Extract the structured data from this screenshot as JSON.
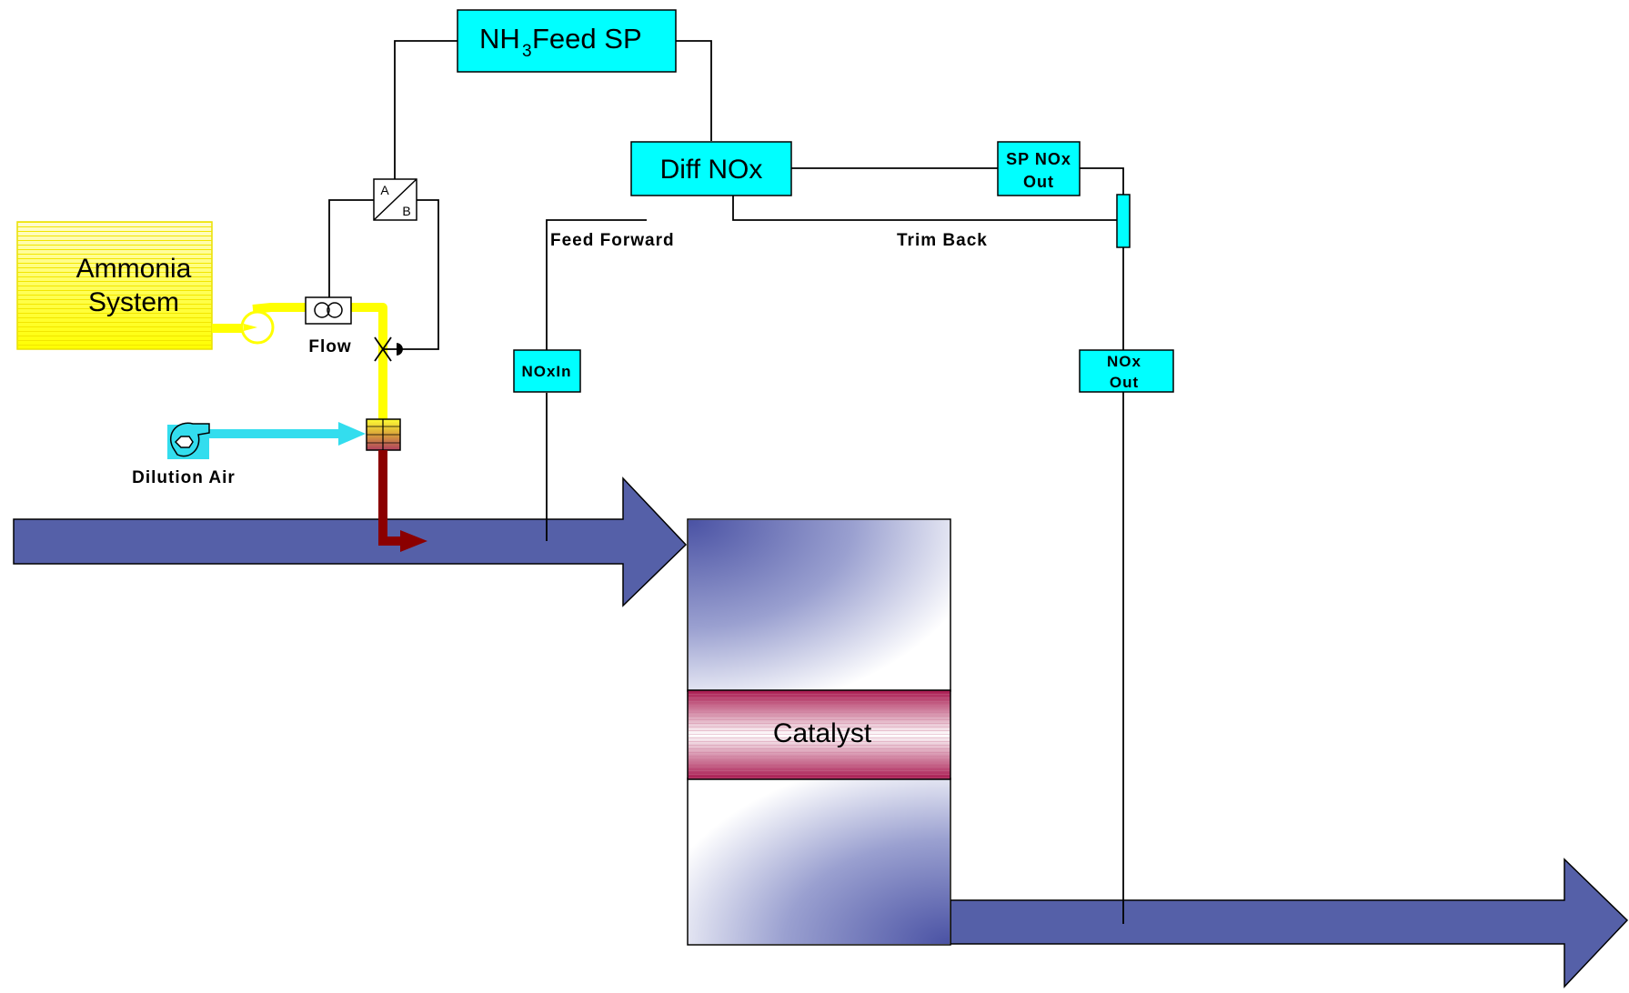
{
  "boxes": {
    "nh3_main": "NH",
    "nh3_sub": "3",
    "nh3_rest": " Feed SP",
    "diff_nox": "Diff NOx",
    "sp_nox_line1": "SP NOx",
    "sp_nox_line2": "Out",
    "nox_in": "NOxIn",
    "nox_out_line1": "NOx",
    "nox_out_line2": "Out"
  },
  "labels": {
    "ammonia_line1": "Ammonia",
    "ammonia_line2": "System",
    "flow": "Flow",
    "dilution_air": "Dilution Air",
    "feed_forward": "Feed Forward",
    "trim_back": "Trim Back",
    "catalyst": "Catalyst",
    "selector_a": "A",
    "selector_b": "B"
  },
  "colors": {
    "control_box": "#00ffff",
    "ammonia": "#ffff00",
    "dilution_air": "#33ddee",
    "flue_gas": "#5560a8",
    "injection": "#8b0000",
    "catalyst": "#b0305a"
  },
  "icons": [
    "pump-icon",
    "flow-meter-icon",
    "control-valve-icon",
    "selector-icon",
    "fan-icon",
    "mixer-icon"
  ]
}
